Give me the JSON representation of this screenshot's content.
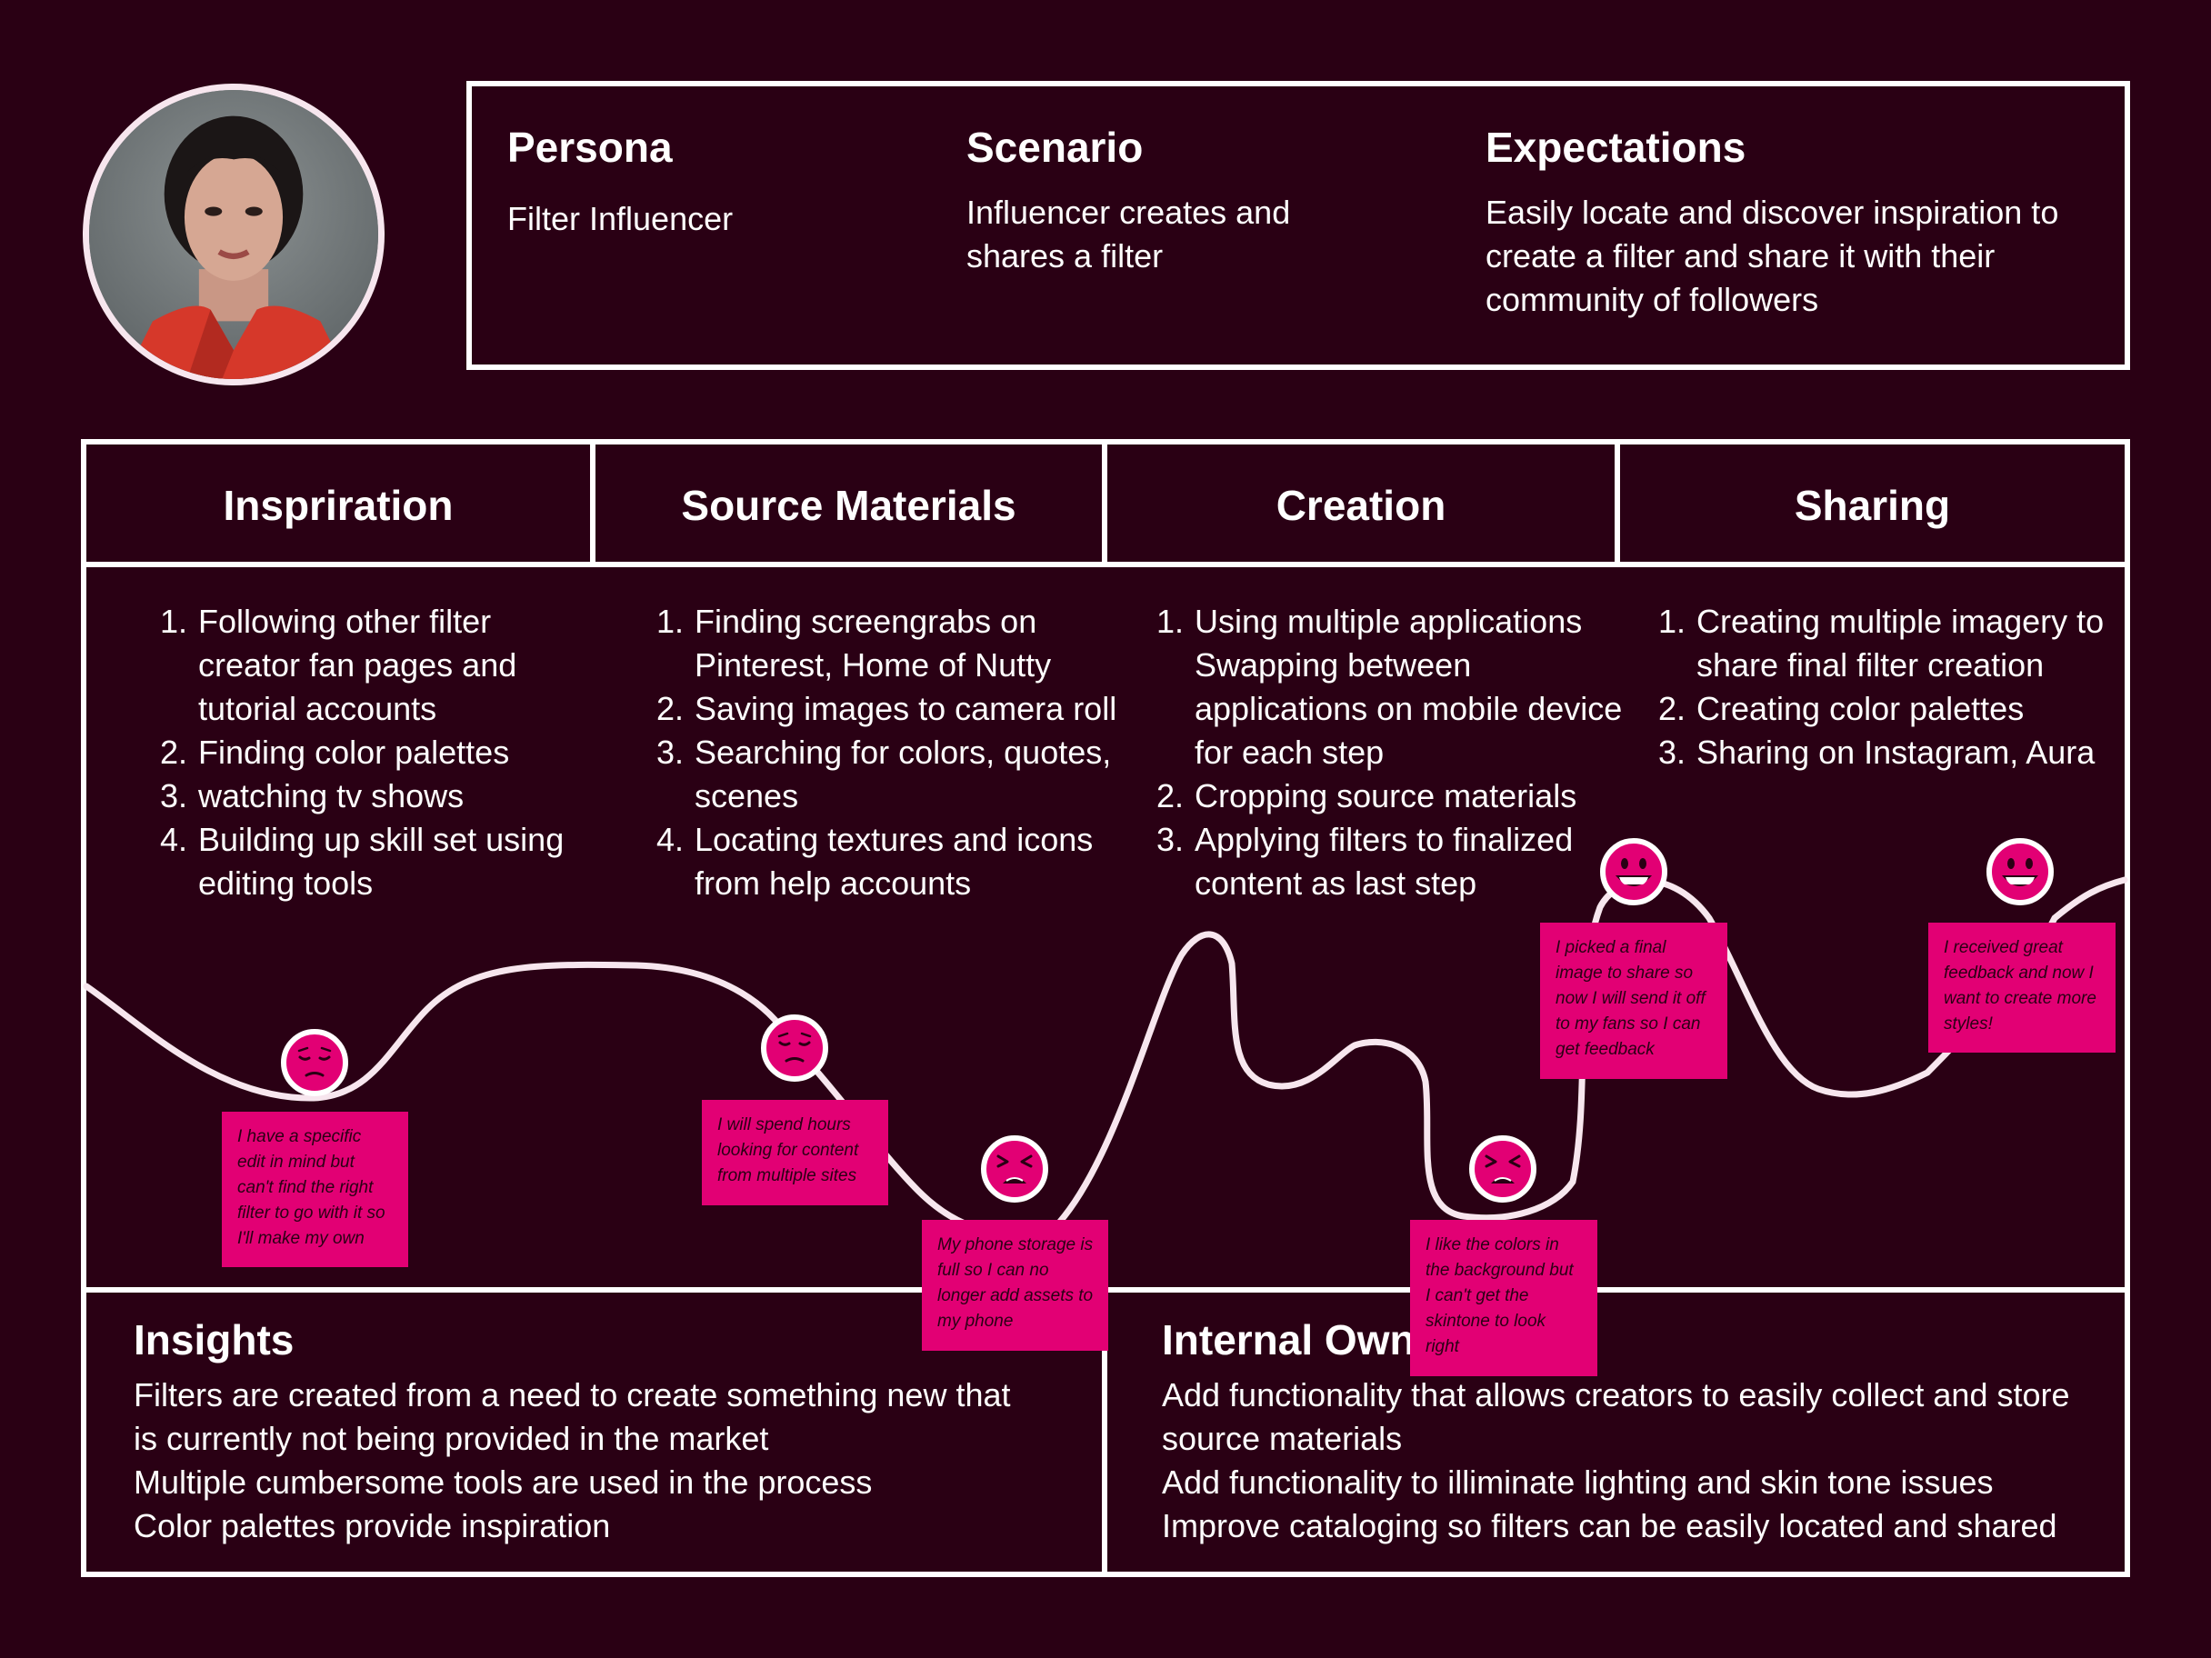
{
  "colors": {
    "background": "#2a0014",
    "line": "#ffffff",
    "accent": "#e20074"
  },
  "avatar_icon": "persona-photo",
  "info": {
    "persona": {
      "heading": "Persona",
      "text": "Filter Influencer"
    },
    "scenario": {
      "heading": "Scenario",
      "text": "Influencer creates and\nshares a filter"
    },
    "expectations": {
      "heading": "Expectations",
      "text": "Easily locate and discover inspiration to\ncreate a filter and share it with their\ncommunity of followers"
    }
  },
  "stages": [
    {
      "title": "Inspriration",
      "steps": [
        "Following other filter creator fan pages and tutorial accounts",
        "Finding color palettes",
        "watching tv shows",
        "Building up skill set using editing tools"
      ]
    },
    {
      "title": "Source Materials",
      "steps": [
        "Finding screengrabs on Pinterest, Home of Nutty",
        "Saving images to camera roll",
        "Searching for colors, quotes, scenes",
        "Locating textures and icons from help accounts"
      ]
    },
    {
      "title": "Creation",
      "steps": [
        "Using multiple applications Swapping between applications on mobile device for each step",
        "Cropping source materials",
        "Applying filters to finalized content as last step"
      ]
    },
    {
      "title": "Sharing",
      "steps": [
        "Creating multiple imagery to share final filter creation",
        "Creating color palettes",
        "Sharing on Instagram, Aura"
      ]
    }
  ],
  "emotions": [
    {
      "icon": "pensive-face-icon",
      "note": "I have a specific edit in mind but can't find the right filter to go with it so I'll make my own"
    },
    {
      "icon": "pensive-face-icon",
      "note": "I will spend hours looking for content from multiple sites"
    },
    {
      "icon": "tired-face-icon",
      "note": "My phone storage is full so I can no longer add assets to my phone"
    },
    {
      "icon": "tired-face-icon",
      "note": "I like the colors in the background but I can't get the skintone to look right"
    },
    {
      "icon": "grinning-face-icon",
      "note": "I picked a final image to share so now I will send it off to my fans so I can get feedback"
    },
    {
      "icon": "grinning-face-icon",
      "note": "I received great feedback and now I want to create more styles!"
    }
  ],
  "insights": {
    "heading": "Insights",
    "text": "Filters are created from a need to create something new that\nis currently not being provided in the market\nMultiple cumbersome tools are used in the process\nColor palettes provide inspiration"
  },
  "ownership": {
    "heading": "Internal Ownership",
    "text": "Add functionality that allows creators to easily collect and store\nsource materials\nAdd functionality to illiminate lighting and skin tone issues\nImprove cataloging so filters can be easily located and shared"
  }
}
